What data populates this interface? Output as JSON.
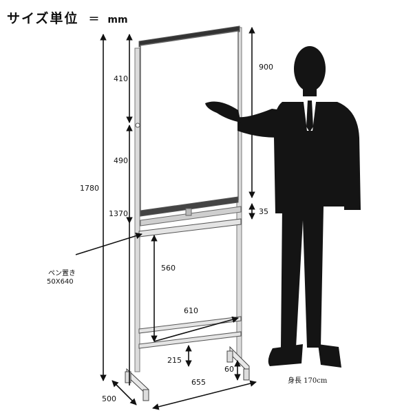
{
  "header": {
    "title": "サイズ単位",
    "equals": "=",
    "unit": "mm"
  },
  "dimensions": {
    "upper_board": "410",
    "mid_section": "490",
    "total_height": "1780",
    "tray_height": "1370",
    "board_height": "900",
    "gap_below_board": "35",
    "lower_height": "560",
    "inner_width": "610",
    "bottom_bar_height": "215",
    "caster_height": "60",
    "overall_width": "655",
    "depth": "500"
  },
  "pen_tray": {
    "label": "ペン置き",
    "size": "50X640"
  },
  "person": {
    "height_label": "身長 170cm"
  },
  "colors": {
    "line": "#111111",
    "frame": "#9a9a9a",
    "silhouette": "#141414",
    "background": "#ffffff"
  }
}
